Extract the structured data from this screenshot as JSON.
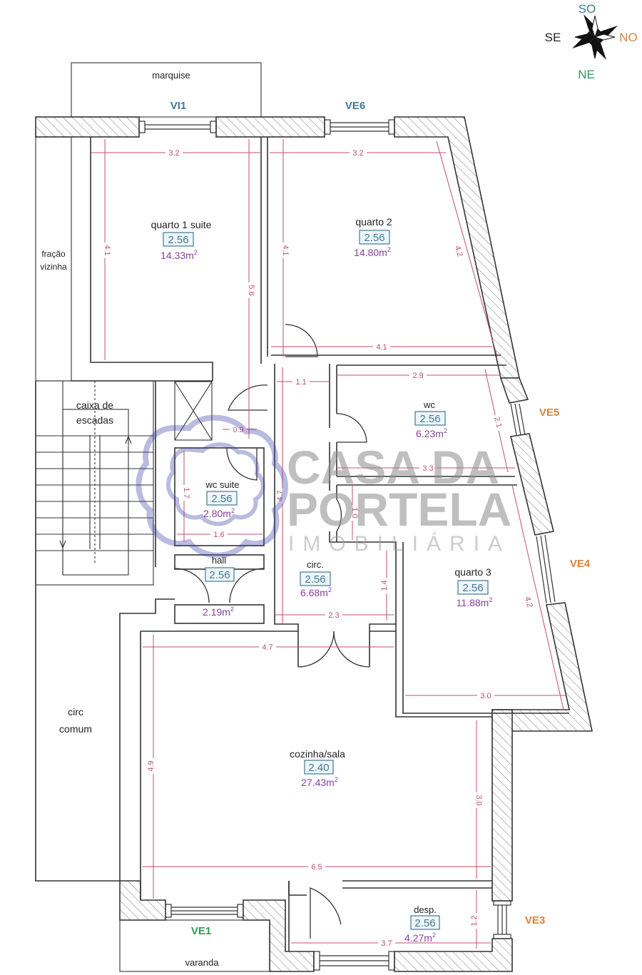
{
  "compass": {
    "north_label": "SO",
    "south_label": "NE",
    "west_label": "SE",
    "east_label": "NO",
    "colors": {
      "SO": "#3f7a94",
      "NE": "#2e9a5a",
      "SE": "#222222",
      "NO": "#d9823b"
    }
  },
  "exterior_labels": {
    "marquise": "marquise",
    "fracao_vizinha_1": "fração",
    "fracao_vizinha_2": "vizinha",
    "caixa_escadas_1": "caixa de",
    "caixa_escadas_2": "escadas",
    "circ_comum_1": "circ",
    "circ_comum_2": "comum",
    "varanda": "varanda"
  },
  "windows": [
    {
      "id": "VI1",
      "label": "VI1",
      "color": "#3f7a94"
    },
    {
      "id": "VE6",
      "label": "VE6",
      "color": "#3f7a94"
    },
    {
      "id": "VE5",
      "label": "VE5",
      "color": "#d9823b"
    },
    {
      "id": "VE4",
      "label": "VE4",
      "color": "#d9823b"
    },
    {
      "id": "VE3",
      "label": "VE3",
      "color": "#d9823b"
    },
    {
      "id": "VE1",
      "label": "VE1",
      "color": "#2e9a5a"
    }
  ],
  "rooms": [
    {
      "name": "quarto 1 suite",
      "ceiling_height": "2.56",
      "area": "14.33m",
      "area_unit_sup": "2"
    },
    {
      "name": "quarto 2",
      "ceiling_height": "2.56",
      "area": "14.80m",
      "area_unit_sup": "2"
    },
    {
      "name": "wc",
      "ceiling_height": "2.56",
      "area": "6.23m",
      "area_unit_sup": "2"
    },
    {
      "name": "wc suite",
      "ceiling_height": "2.56",
      "area": "2.80m",
      "area_unit_sup": "2"
    },
    {
      "name": "hall",
      "ceiling_height": "2.56",
      "area": "2.19m",
      "area_unit_sup": "2"
    },
    {
      "name": "circ.",
      "ceiling_height": "2.56",
      "area": "6.68m",
      "area_unit_sup": "2"
    },
    {
      "name": "quarto 3",
      "ceiling_height": "2.56",
      "area": "11.88m",
      "area_unit_sup": "2"
    },
    {
      "name": "cozinha/sala",
      "ceiling_height": "2.40",
      "area": "27.43m",
      "area_unit_sup": "2"
    },
    {
      "name": "desp.",
      "ceiling_height": "2.56",
      "area": "4.27m",
      "area_unit_sup": "2"
    }
  ],
  "dimensions": {
    "q1_width": "3.2",
    "q1_depth": "4.1",
    "q1_side": "5.6",
    "q2_width": "3.2",
    "q2_depth": "4.1",
    "q2_diag": "4.2",
    "q2_bottom": "4.1",
    "circ_top": "1.1",
    "wc_top": "2.9",
    "wc_diag": "2.1",
    "wc_bottom": "3.3",
    "wcs_gap": "0.9",
    "wcs_height": "1.7",
    "wcs_width": "1.6",
    "circ_height": "4.7",
    "door_gap": "1.0",
    "circ_small": "1.4",
    "circ_width": "2.3",
    "q3_diag": "4.2",
    "q3_width": "3.0",
    "sala_top": "4.7",
    "sala_height": "4.9",
    "sala_right": "3.0",
    "sala_width": "6.5",
    "desp_height": "1.2",
    "desp_width": "3.7"
  },
  "watermark": {
    "line1": "CASA DA",
    "line2": "PORTELA",
    "line3": "IMOBILIÁRIA"
  }
}
